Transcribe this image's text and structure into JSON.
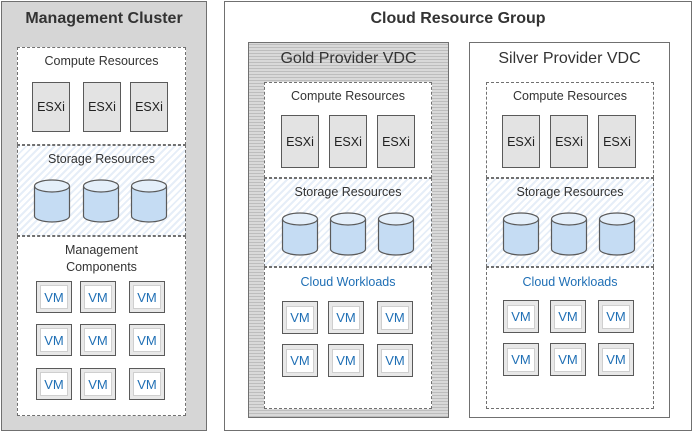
{
  "management": {
    "title": "Management Cluster",
    "compute_label": "Compute Resources",
    "storage_label": "Storage Resources",
    "components_label": "Management\nComponents",
    "esx_label": "ESXi",
    "vm_label": "VM"
  },
  "cloud": {
    "title": "Cloud Resource Group",
    "vdcs": [
      {
        "title": "Gold Provider VDC",
        "compute_label": "Compute Resources",
        "storage_label": "Storage Resources",
        "workloads_label": "Cloud Workloads"
      },
      {
        "title": "Silver Provider VDC",
        "compute_label": "Compute Resources",
        "storage_label": "Storage Resources",
        "workloads_label": "Cloud Workloads"
      }
    ]
  },
  "colors": {
    "accent_blue": "#1f6fb5",
    "disk_fill": "#c5dcf3",
    "disk_stroke": "#5a5a5a",
    "panel_gray": "#d6d6d6"
  },
  "icons": {
    "storage": "database-cylinder-icon"
  }
}
